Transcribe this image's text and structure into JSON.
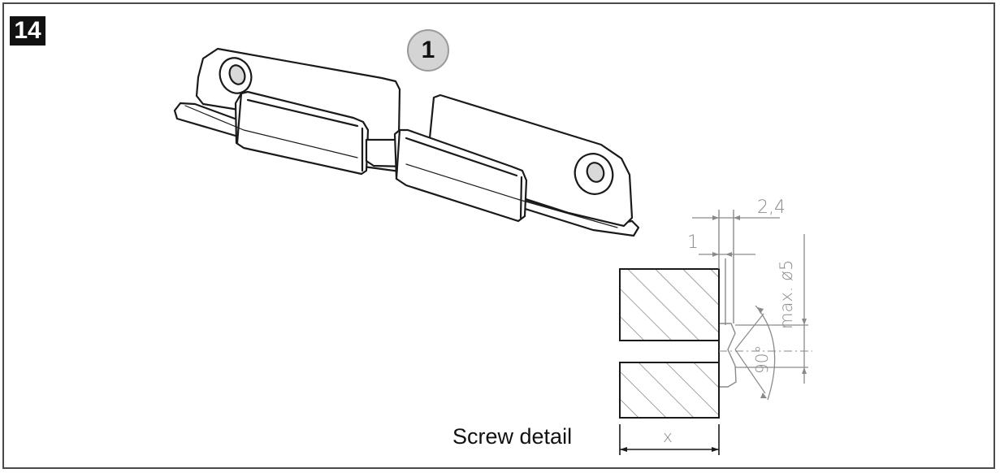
{
  "figure": {
    "step_number": "14",
    "callout_number": "1",
    "caption": "Screw detail",
    "dimensions": {
      "width_2_4": "2,4",
      "width_1": "1",
      "max_diameter": "max. ø5",
      "angle": "90°",
      "depth_x": "x"
    }
  },
  "colors": {
    "line": "#1a1a1a",
    "dimension": "#8a8a8a",
    "badge": "#111111",
    "callout_fill": "#d4d4d4"
  }
}
